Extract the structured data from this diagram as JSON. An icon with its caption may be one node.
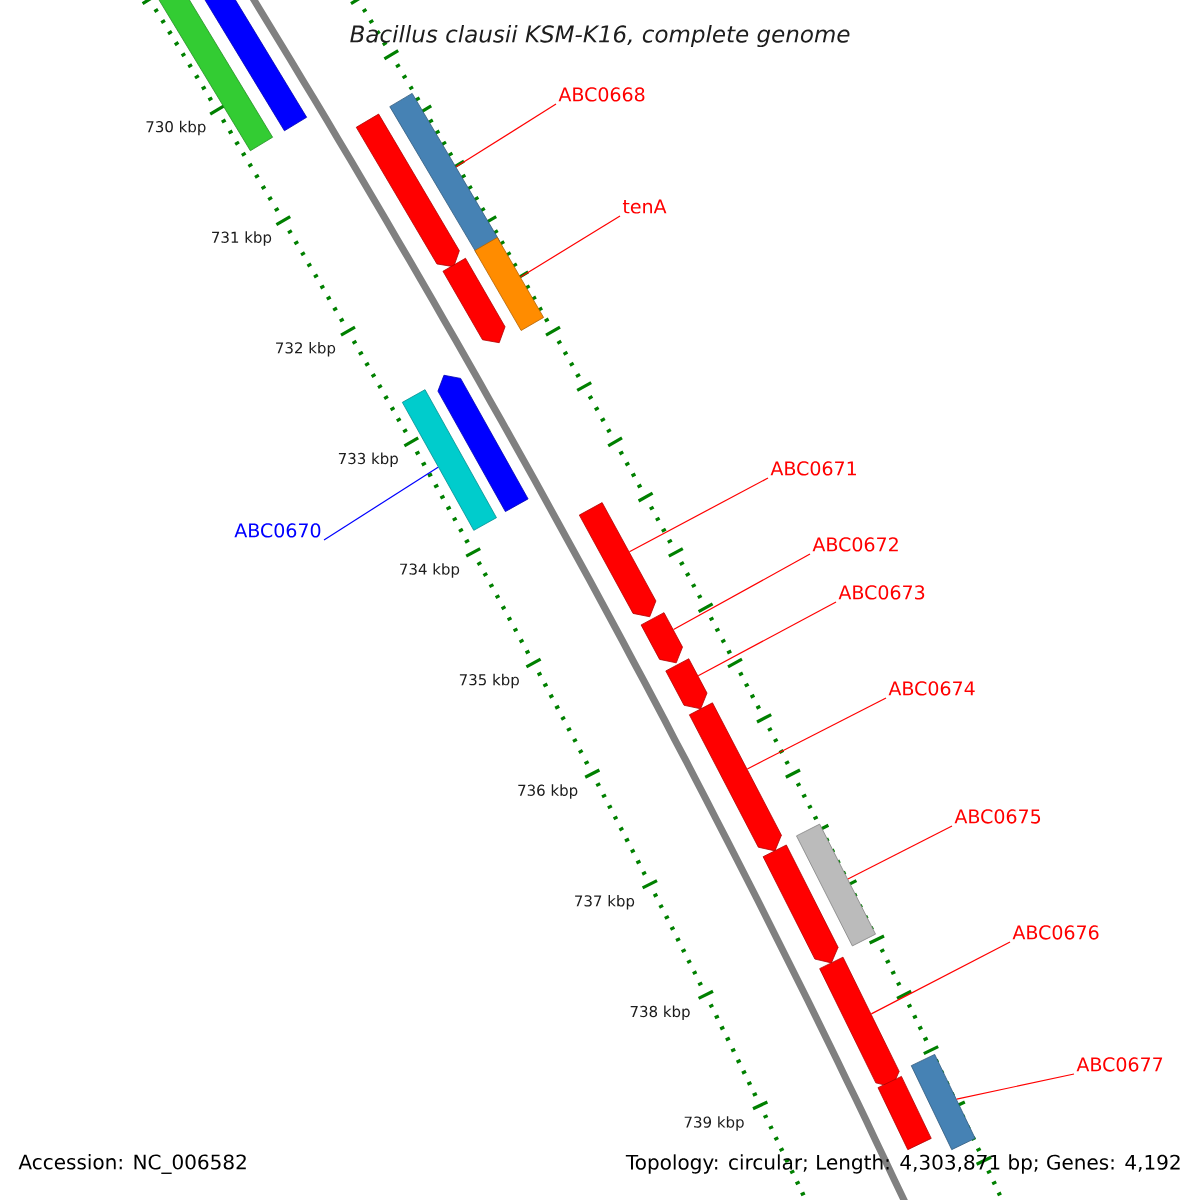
{
  "diagram": {
    "title": "Bacillus clausii KSM-K16, complete genome",
    "nodes": [
      {
        "text": [
          "ABC0668"
        ]
      },
      {
        "text": [
          "tenA"
        ]
      },
      {
        "text": [
          "ABC0670"
        ]
      },
      {
        "text": [
          "ABC0671"
        ]
      },
      {
        "text": [
          "ABC0672"
        ]
      },
      {
        "text": [
          "ABC0673"
        ]
      },
      {
        "text": [
          "ABC0674"
        ]
      },
      {
        "text": [
          "ABC0675"
        ]
      },
      {
        "text": [
          "ABC0676"
        ]
      },
      {
        "text": [
          "ABC0677"
        ]
      },
      {
        "text": [],
        "shape": "bar"
      },
      {
        "text": [],
        "shape": "bar"
      },
      {
        "text": [],
        "shape": "bar"
      },
      {
        "text": [],
        "shape": "bar"
      },
      {
        "text": [],
        "shape": "bar"
      },
      {
        "text": [],
        "shape": "bar"
      },
      {
        "text": [],
        "shape": "bar"
      },
      {
        "text": [],
        "shape": "bar"
      },
      {
        "text": [],
        "shape": "bar"
      },
      {
        "text": [],
        "shape": "bar"
      },
      {
        "text": [],
        "shape": "bar"
      },
      {
        "text": [],
        "shape": "bar"
      },
      {
        "text": [],
        "shape": "bar"
      },
      {
        "text": [],
        "shape": "bar"
      },
      {
        "text": [],
        "shape": "bar"
      },
      {
        "text": [],
        "shape": "bar"
      },
      {
        "text": [],
        "shape": "bar"
      }
    ],
    "edges": [
      {
        "from": 0,
        "to": 13,
        "arrow": "none"
      },
      {
        "from": 1,
        "to": 15,
        "arrow": "none"
      },
      {
        "from": 2,
        "to": 16,
        "arrow": "none",
        "color": "#0000ff"
      },
      {
        "from": 3,
        "to": 18,
        "arrow": "none"
      },
      {
        "from": 4,
        "to": 19,
        "arrow": "none"
      },
      {
        "from": 5,
        "to": 20,
        "arrow": "none"
      },
      {
        "from": 6,
        "to": 21,
        "arrow": "none"
      },
      {
        "from": 7,
        "to": 22,
        "arrow": "none"
      },
      {
        "from": 8,
        "to": 24,
        "arrow": "none"
      },
      {
        "from": 9,
        "to": 26,
        "arrow": "none"
      }
    ],
    "labels": [
      "730 kbp",
      "731 kbp",
      "732 kbp",
      "733 kbp",
      "734 kbp",
      "735 kbp",
      "736 kbp",
      "737 kbp",
      "738 kbp",
      "739 kbp",
      "Accession: NC_006582",
      "Topology: circular; Length: 4,303,871 bp; Genes: 4,192"
    ]
  }
}
